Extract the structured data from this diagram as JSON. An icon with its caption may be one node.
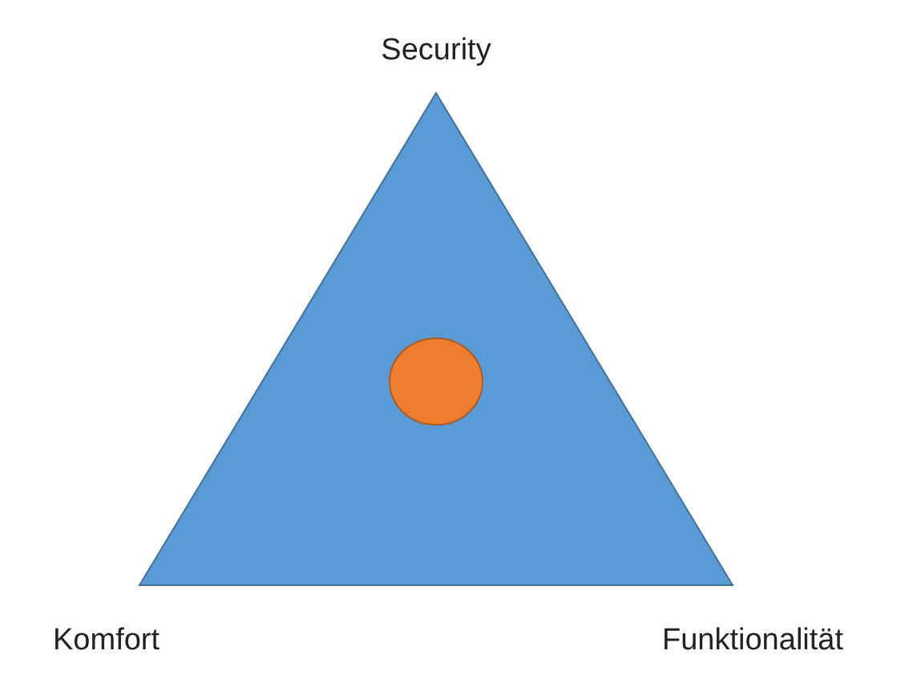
{
  "diagram": {
    "nodes": [
      {
        "text": [],
        "shape": "triangle",
        "beside": [
          "Security",
          "Komfort",
          "Funktionalität"
        ]
      },
      {
        "text": [],
        "shape": "circle",
        "in": 0
      }
    ]
  }
}
